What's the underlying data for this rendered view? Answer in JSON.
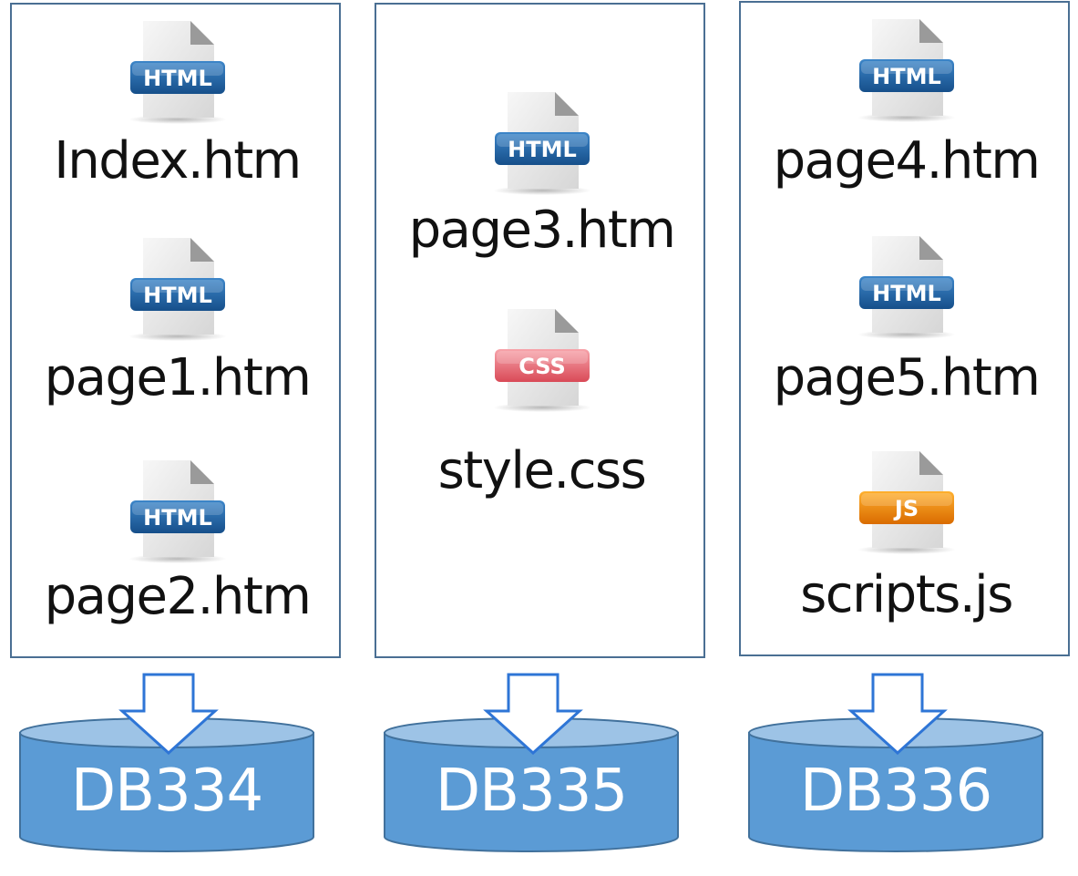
{
  "groups": [
    {
      "files": [
        {
          "name": "Index.htm",
          "type": "HTML",
          "icon": "html-file-icon"
        },
        {
          "name": "page1.htm",
          "type": "HTML",
          "icon": "html-file-icon"
        },
        {
          "name": "page2.htm",
          "type": "HTML",
          "icon": "html-file-icon"
        }
      ],
      "database": "DB334"
    },
    {
      "files": [
        {
          "name": "page3.htm",
          "type": "HTML",
          "icon": "html-file-icon"
        },
        {
          "name": "style.css",
          "type": "CSS",
          "icon": "css-file-icon"
        }
      ],
      "database": "DB335"
    },
    {
      "files": [
        {
          "name": "page4.htm",
          "type": "HTML",
          "icon": "html-file-icon"
        },
        {
          "name": "page5.htm",
          "type": "HTML",
          "icon": "html-file-icon"
        },
        {
          "name": "scripts.js",
          "type": "JS",
          "icon": "js-file-icon"
        }
      ],
      "database": "DB336"
    }
  ],
  "colors": {
    "box_border": "#4a6f93",
    "db_fill": "#5b9bd5",
    "db_top": "#9dc3e6",
    "arrow_stroke": "#2e75d6",
    "html_badge": "#1f5f9e",
    "css_badge": "#e8707a",
    "js_badge": "#f08a00"
  }
}
